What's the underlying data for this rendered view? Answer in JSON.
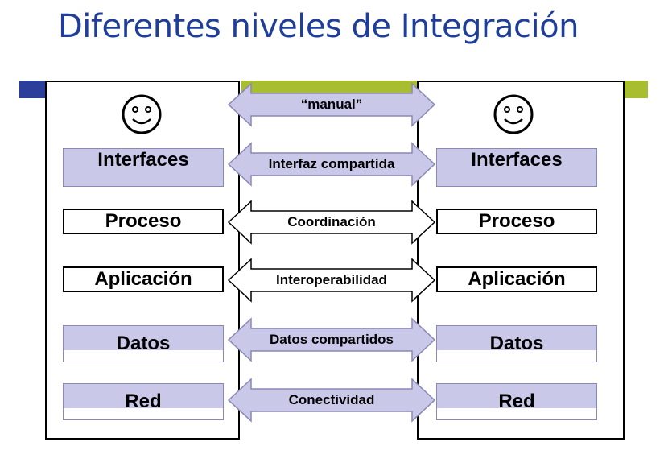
{
  "title": "Diferentes niveles de Integración",
  "colors": {
    "title": "#1f3e99",
    "shaded": "#c9c8e9",
    "arrow_fill": "#c9c8e9",
    "blue_bar": "#2b3e9c",
    "green_bar": "#a8be2e"
  },
  "left": {
    "face": "smiley-icon",
    "layers": [
      "Interfaces",
      "Proceso",
      "Aplicación",
      "Datos",
      "Red"
    ]
  },
  "right": {
    "face": "smiley-icon",
    "layers": [
      "Interfaces",
      "Proceso",
      "Aplicación",
      "Datos",
      "Red"
    ]
  },
  "connections": [
    "“manual”",
    "Interfaz compartida",
    "Coordinación",
    "Interoperabilidad",
    "Datos compartidos",
    "Conectividad"
  ]
}
